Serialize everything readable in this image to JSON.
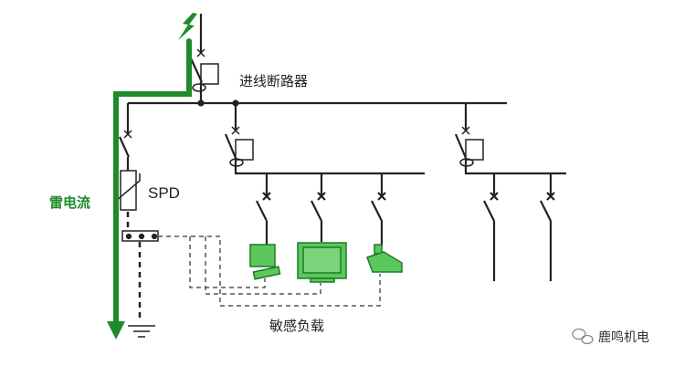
{
  "labels": {
    "incoming_breaker": "进线断路器",
    "spd": "SPD",
    "lightning_current": "雷电流",
    "sensitive_loads": "敏感负载"
  },
  "watermark": {
    "text": "鹿鸣机电",
    "icon": "wechat-icon"
  },
  "colors": {
    "line": "#222222",
    "lightning": "#1f8a2a",
    "device": "#4cc34c"
  }
}
